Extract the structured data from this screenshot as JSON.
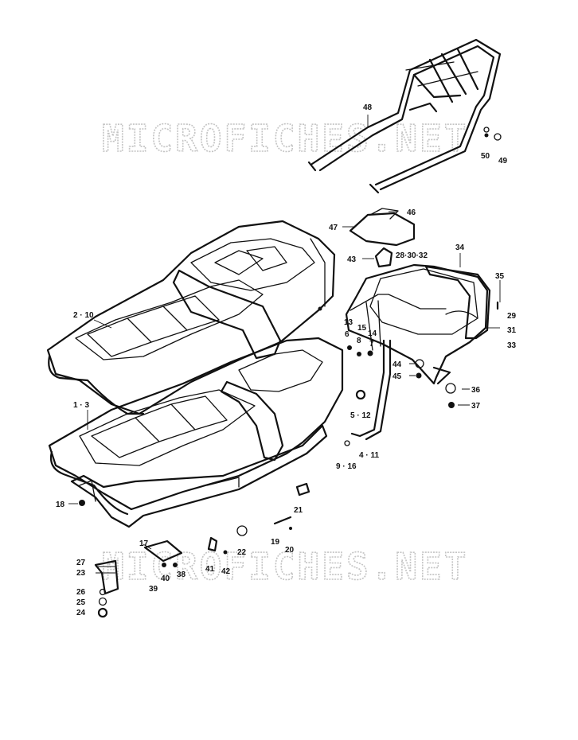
{
  "watermark": {
    "text": "MICROFICHES.NET"
  },
  "callouts": {
    "c48": "48",
    "c50": "50",
    "c49": "49",
    "c46": "46",
    "c47": "47",
    "c43": "43",
    "c28_30_32": "28·30·32",
    "c34": "34",
    "c35": "35",
    "c29": "29",
    "c31": "31",
    "c33": "33",
    "c2_10": "2 · 10",
    "c13": "13",
    "c15": "15",
    "c14": "14",
    "c6": "6",
    "c8": "8",
    "c7": "7",
    "c44": "44",
    "c45": "45",
    "c36": "36",
    "c37": "37",
    "c1_3": "1 · 3",
    "c5_12": "5 · 12",
    "c4_11": "4 · 11",
    "c9_16": "9 · 16",
    "c18": "18",
    "c21": "21",
    "c17": "17",
    "c22": "22",
    "c19": "19",
    "c20": "20",
    "c41": "41",
    "c42": "42",
    "c27": "27",
    "c23": "23",
    "c40": "40",
    "c38": "38",
    "c39": "39",
    "c26": "26",
    "c25": "25",
    "c24": "24"
  }
}
